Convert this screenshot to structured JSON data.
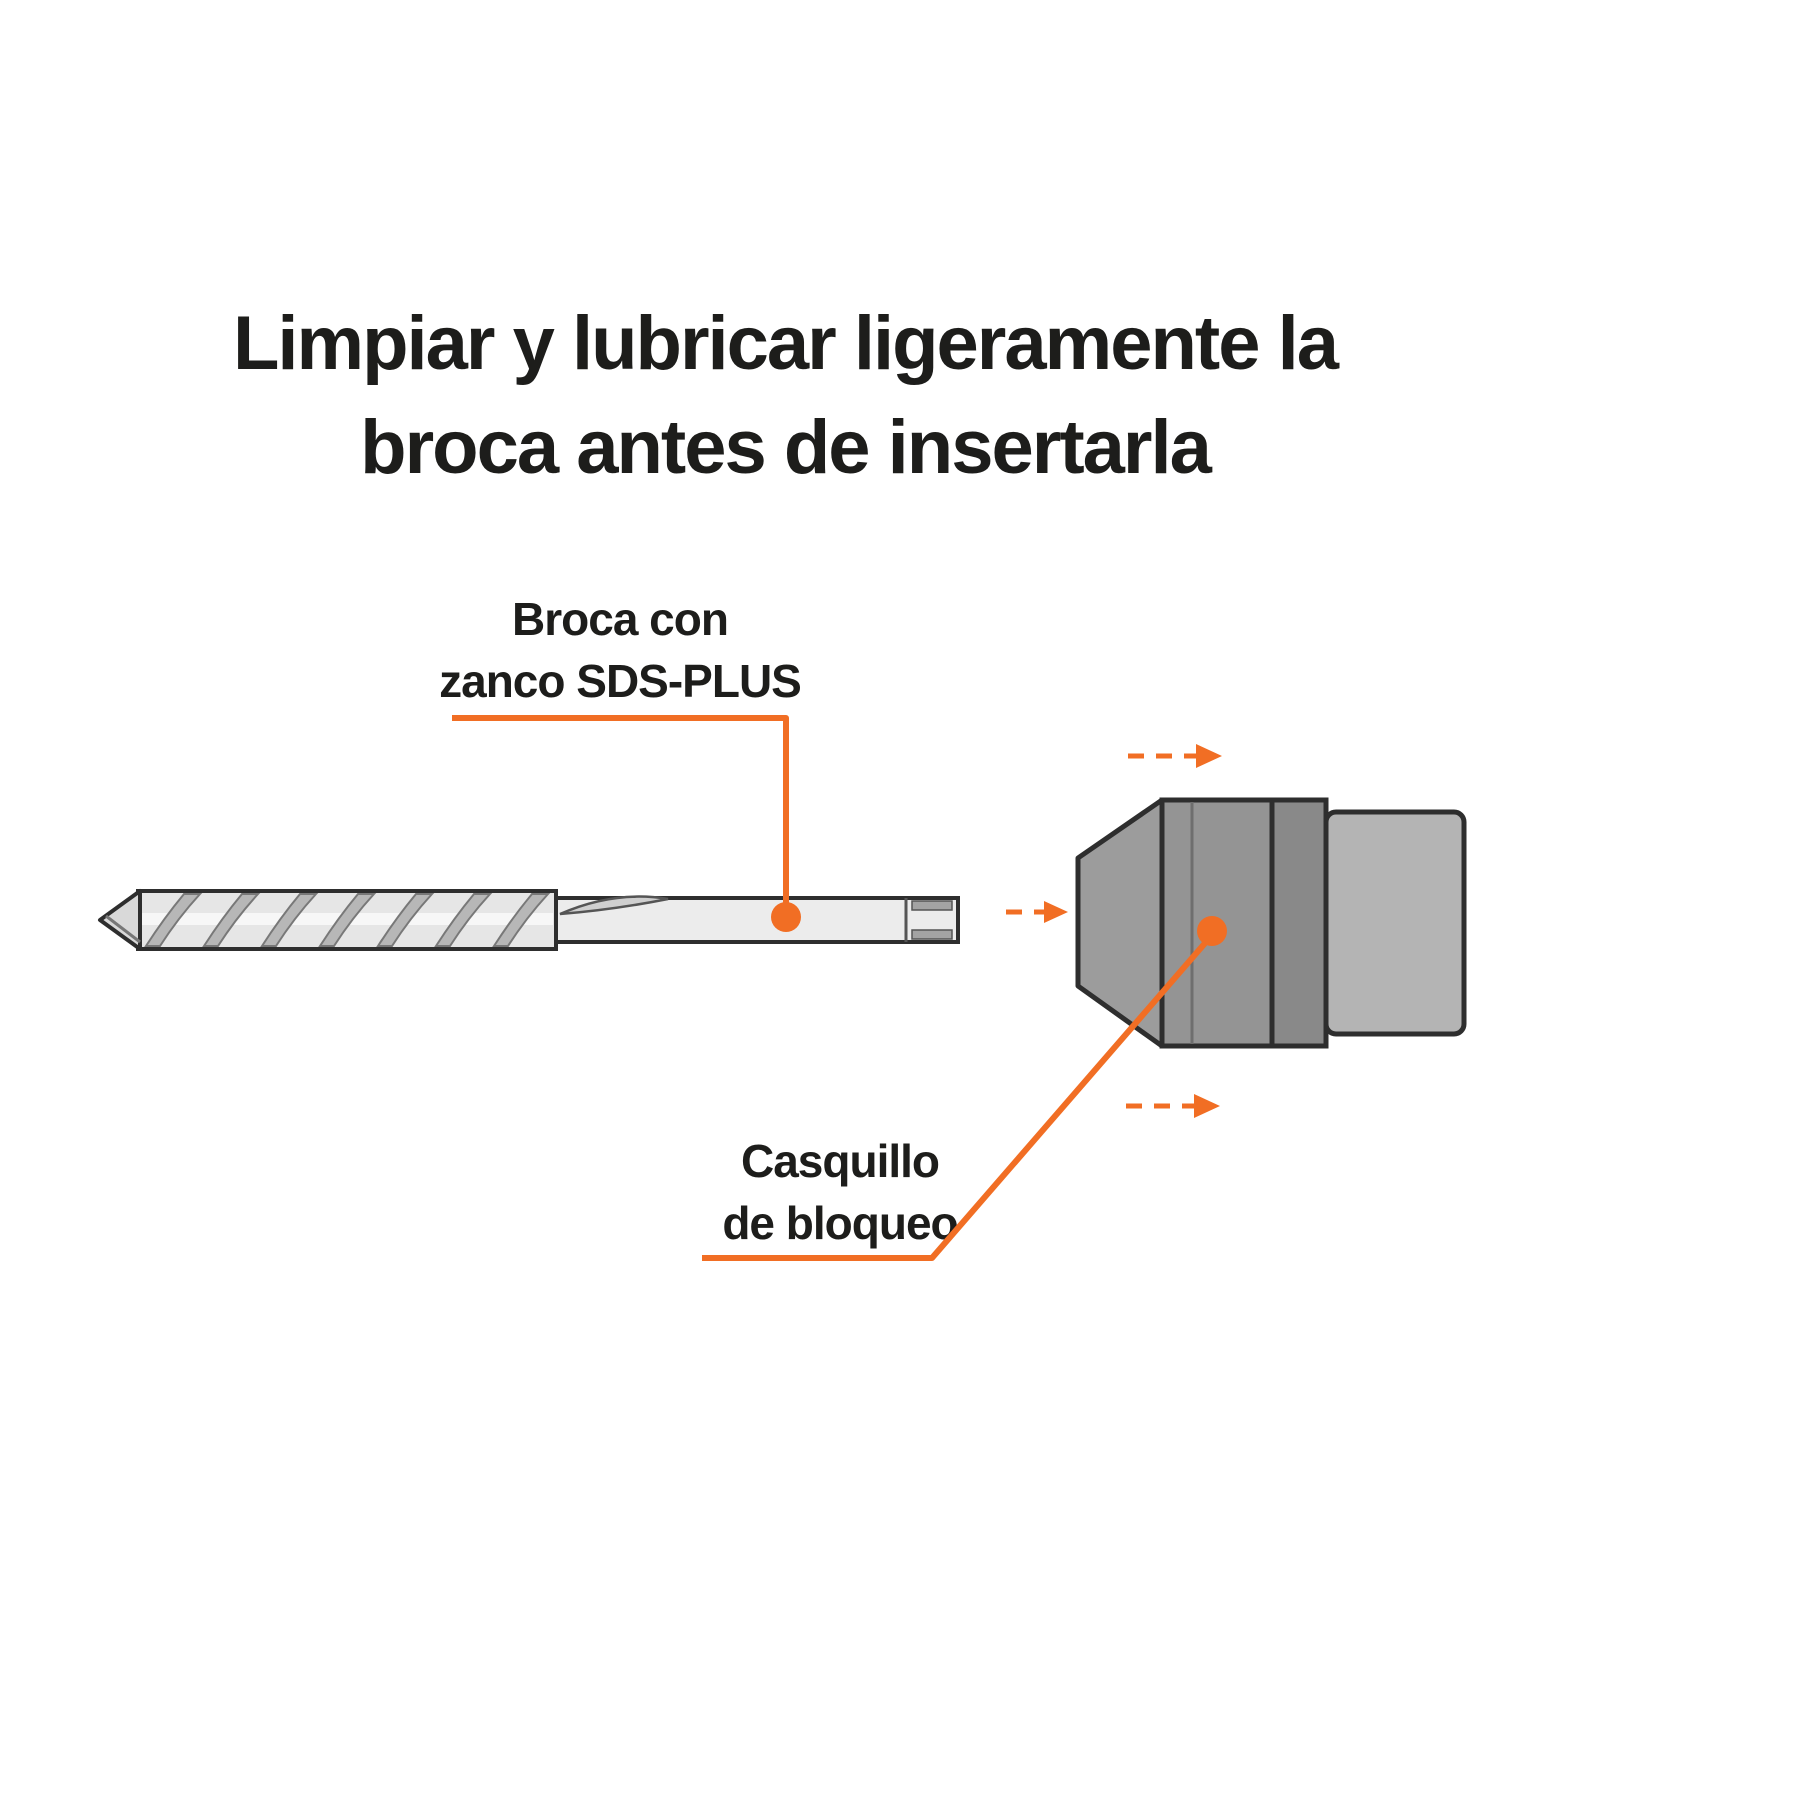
{
  "title": {
    "line1": "Limpiar y lubricar ligeramente la",
    "line2": "broca antes de insertarla"
  },
  "callouts": {
    "drill_bit": {
      "line1": "Broca con",
      "line2": "zanco SDS-PLUS"
    },
    "locking_sleeve": {
      "line1": "Casquillo",
      "line2": "de bloqueo"
    }
  },
  "colors": {
    "accent": "#F16E24",
    "text": "#1D1D1B",
    "outline": "#2E2E2E",
    "bit_light": "#EDEDED",
    "bit_shade": "#B7B7B7",
    "chuck_body": "#9C9C9C",
    "chuck_rear": "#B4B4B4",
    "background": "#FFFFFF"
  },
  "icons": {
    "insert_direction_top": "dashed-right-arrow-icon",
    "insert_direction_middle": "dashed-right-arrow-icon",
    "insert_direction_bottom": "dashed-right-arrow-icon",
    "drill_bit_marker": "callout-dot-icon",
    "sleeve_marker": "callout-dot-icon"
  }
}
